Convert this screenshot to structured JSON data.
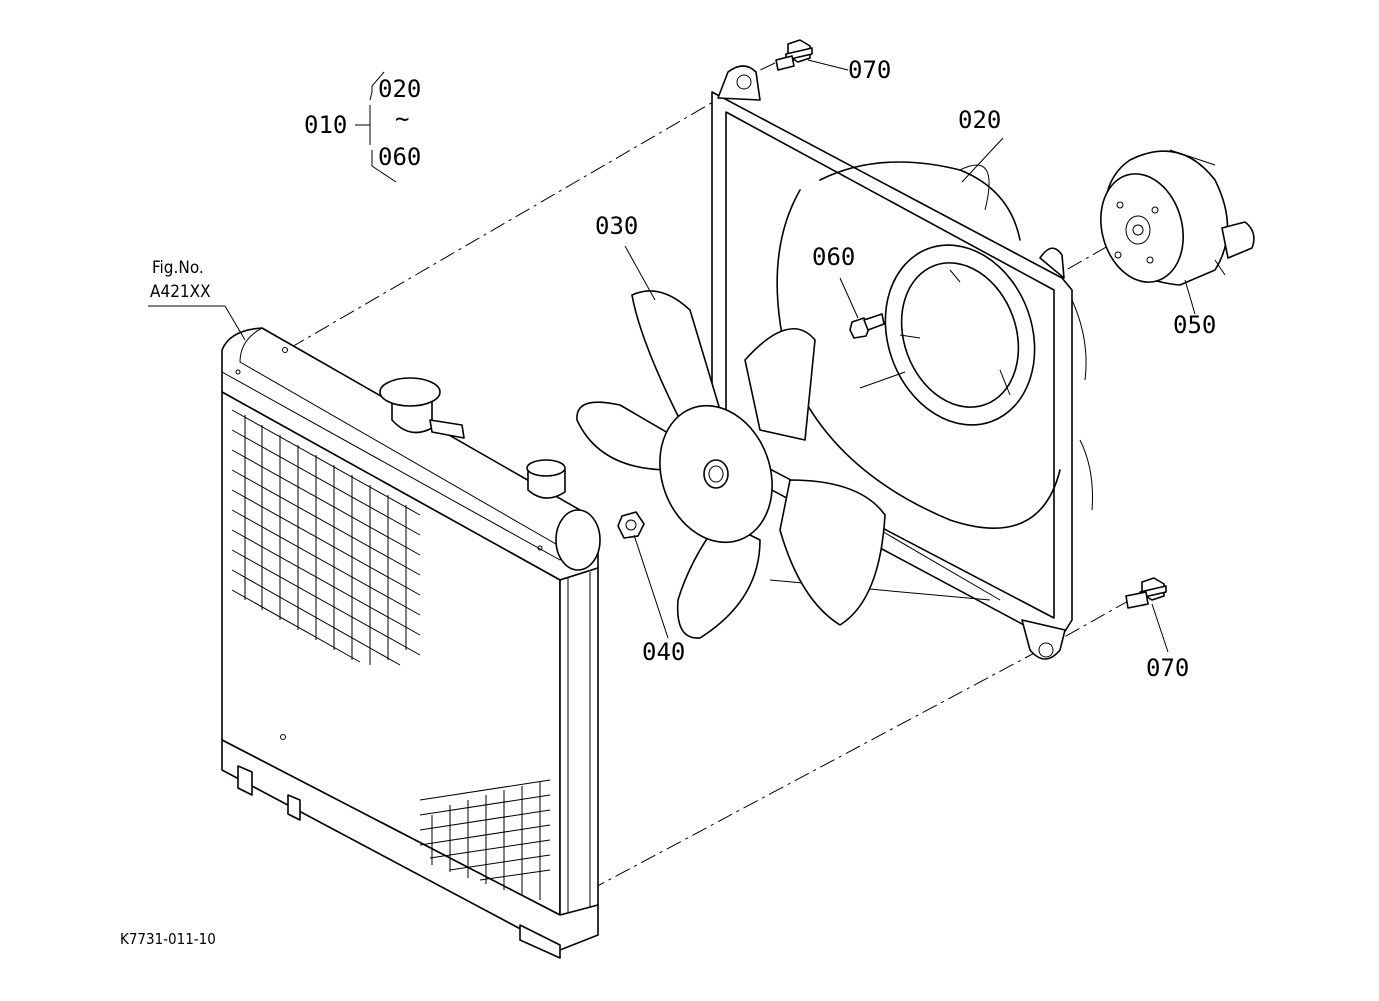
{
  "figure": {
    "fig_no_caption": "Fig.No.",
    "fig_no_value": "A421XX",
    "drawing_code": "K7731-011-10"
  },
  "assembly": {
    "label": "010",
    "range_start": "020",
    "range_sep": "~",
    "range_end": "060"
  },
  "parts": {
    "shroud": "020",
    "fan": "030",
    "nut": "040",
    "motor": "050",
    "screw": "060",
    "bolt_top": "070",
    "bolt_bottom": "070"
  }
}
